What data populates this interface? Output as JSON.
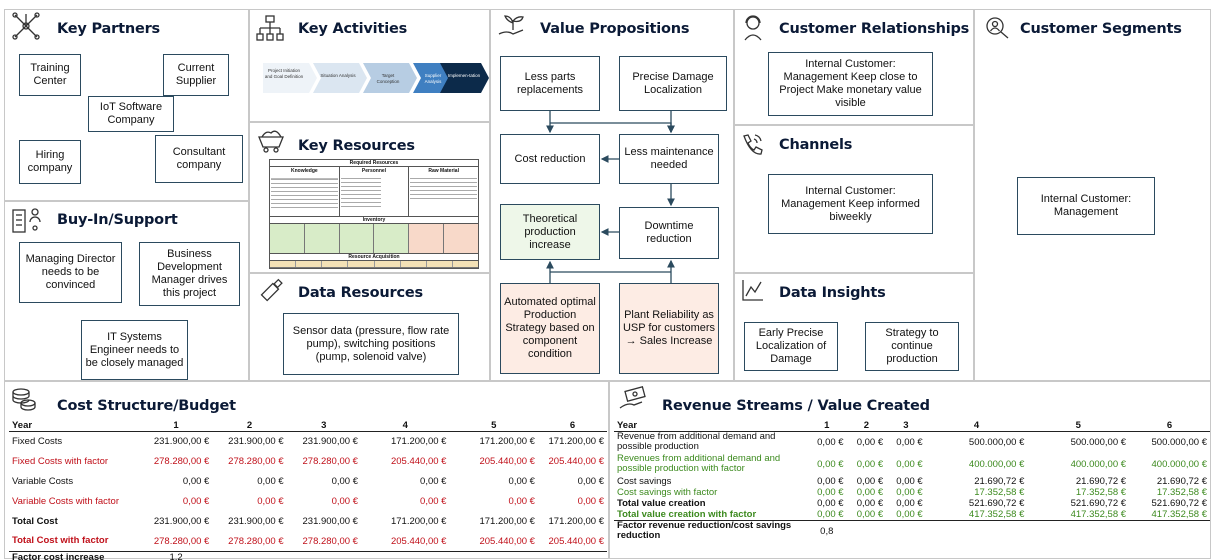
{
  "key_partners": {
    "title": "Key Partners",
    "items": [
      "Training Center",
      "Current Supplier",
      "IoT Software Company",
      "Hiring company",
      "Consultant company"
    ]
  },
  "key_activities": {
    "title": "Key Activities",
    "steps": [
      "Project Initiation and Goal Definition",
      "Situation Analysis",
      "Target Conception",
      "Supplier Analysis",
      "Implemen-tation"
    ]
  },
  "key_resources": {
    "title": "Key Resources",
    "required": "Required Resources",
    "cols": [
      "Knowledge",
      "Personnel",
      "Raw Material"
    ],
    "inventory": "Inventory",
    "acquisition": "Resource Acquisition"
  },
  "buyin": {
    "title": "Buy-In/Support",
    "items": [
      "Managing Director needs to be convinced",
      "Business Development Manager drives this project",
      "IT Systems Engineer needs to be closely managed"
    ]
  },
  "data_resources": {
    "title": "Data Resources",
    "text": "Sensor data (pressure, flow rate pump), switching positions (pump, solenoid valve)"
  },
  "value_props": {
    "title": "Value Propositions",
    "items": [
      "Less parts replacements",
      "Precise Damage Localization",
      "Cost reduction",
      "Less maintenance needed",
      "Theoretical production increase",
      "Downtime reduction",
      "Automated optimal Production Strategy based on component condition",
      "Plant Reliability as USP for customers → Sales Increase"
    ]
  },
  "customer_rel": {
    "title": "Customer Relationships",
    "text": "Internal Customer: Management Keep close to Project Make monetary value visible"
  },
  "channels": {
    "title": "Channels",
    "text": "Internal Customer: Management Keep informed biweekly"
  },
  "data_insights": {
    "title": "Data Insights",
    "items": [
      "Early Precise Localization of Damage",
      "Strategy to continue production"
    ]
  },
  "segments": {
    "title": "Customer Segments",
    "text": "Internal Customer: Management"
  },
  "cost": {
    "title": "Cost Structure/Budget",
    "header": [
      "Year",
      "1",
      "2",
      "3",
      "4",
      "5",
      "6"
    ],
    "rows": [
      {
        "label": "Fixed Costs",
        "style": "",
        "values": [
          "231.900,00 €",
          "231.900,00 €",
          "231.900,00 €",
          "171.200,00 €",
          "171.200,00 €",
          "171.200,00 €"
        ]
      },
      {
        "label": "Fixed Costs with factor",
        "style": "red",
        "values": [
          "278.280,00 €",
          "278.280,00 €",
          "278.280,00 €",
          "205.440,00 €",
          "205.440,00 €",
          "205.440,00 €"
        ]
      },
      {
        "label": "Variable Costs",
        "style": "",
        "values": [
          "0,00 €",
          "0,00 €",
          "0,00 €",
          "0,00 €",
          "0,00 €",
          "0,00 €"
        ]
      },
      {
        "label": "Variable Costs with factor",
        "style": "red",
        "values": [
          "0,00 €",
          "0,00 €",
          "0,00 €",
          "0,00 €",
          "0,00 €",
          "0,00 €"
        ]
      },
      {
        "label": "Total Cost",
        "style": "bold",
        "values": [
          "231.900,00 €",
          "231.900,00 €",
          "231.900,00 €",
          "171.200,00 €",
          "171.200,00 €",
          "171.200,00 €"
        ]
      },
      {
        "label": "Total Cost with factor",
        "style": "red bold",
        "values": [
          "278.280,00 €",
          "278.280,00 €",
          "278.280,00 €",
          "205.440,00 €",
          "205.440,00 €",
          "205.440,00 €"
        ]
      }
    ],
    "factor_label": "Factor cost increase",
    "factor_value": "1,2"
  },
  "revenue": {
    "title": "Revenue Streams / Value Created",
    "header": [
      "Year",
      "1",
      "2",
      "3",
      "4",
      "5",
      "6"
    ],
    "rows": [
      {
        "label": "Revenue from additional demand and possible production",
        "style": "",
        "values": [
          "0,00 €",
          "0,00 €",
          "0,00 €",
          "500.000,00 €",
          "500.000,00 €",
          "500.000,00 €"
        ]
      },
      {
        "label": "Revenues from additional demand and possible production with factor",
        "style": "green",
        "values": [
          "0,00 €",
          "0,00 €",
          "0,00 €",
          "400.000,00 €",
          "400.000,00 €",
          "400.000,00 €"
        ]
      },
      {
        "label": "Cost savings",
        "style": "",
        "values": [
          "0,00 €",
          "0,00 €",
          "0,00 €",
          "21.690,72 €",
          "21.690,72 €",
          "21.690,72 €"
        ]
      },
      {
        "label": "Cost savings with factor",
        "style": "green",
        "values": [
          "0,00 €",
          "0,00 €",
          "0,00 €",
          "17.352,58 €",
          "17.352,58 €",
          "17.352,58 €"
        ]
      },
      {
        "label": "Total value creation",
        "style": "bold",
        "values": [
          "0,00 €",
          "0,00 €",
          "0,00 €",
          "521.690,72 €",
          "521.690,72 €",
          "521.690,72 €"
        ]
      },
      {
        "label": "Total value creation with factor",
        "style": "green bold",
        "values": [
          "0,00 €",
          "0,00 €",
          "0,00 €",
          "417.352,58 €",
          "417.352,58 €",
          "417.352,58 €"
        ]
      }
    ],
    "factor_label": "Factor revenue reduction/cost savings reduction",
    "factor_value": "0,8"
  }
}
